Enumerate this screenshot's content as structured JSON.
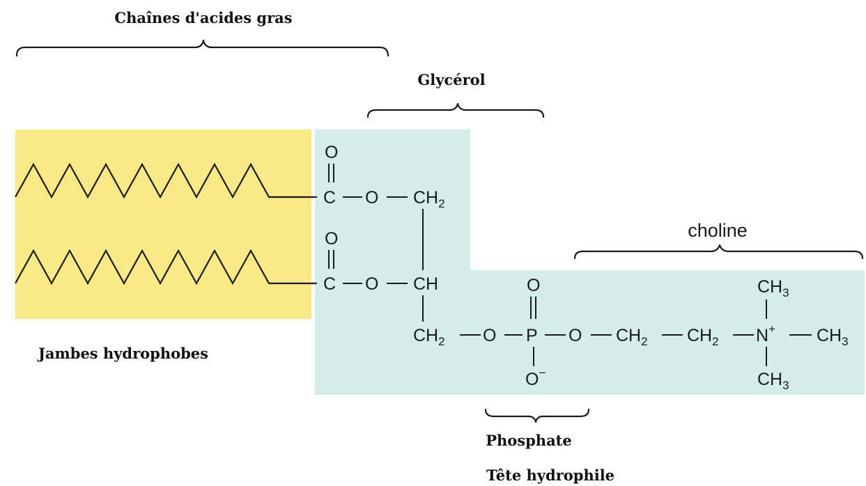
{
  "labels": {
    "fatty_acid_chains": "Chaînes d'acides gras",
    "glycerol": "Glycérol",
    "choline": "choline",
    "hydrophobic_legs": "Jambes hydrophobes",
    "phosphate": "Phosphate",
    "hydrophilic_head": "Tête hydrophile"
  },
  "atoms": {
    "o": "O",
    "c": "C",
    "ch": "CH",
    "ch2": "CH",
    "ch3": "CH",
    "n": "N",
    "p": "P",
    "sub2": "2",
    "sub3": "3",
    "plus": "+",
    "minus": "−"
  },
  "colors": {
    "hydrophobic_region": "#fbe987",
    "hydrophilic_region": "#d5ecec",
    "ink": "#1a1a1a"
  }
}
